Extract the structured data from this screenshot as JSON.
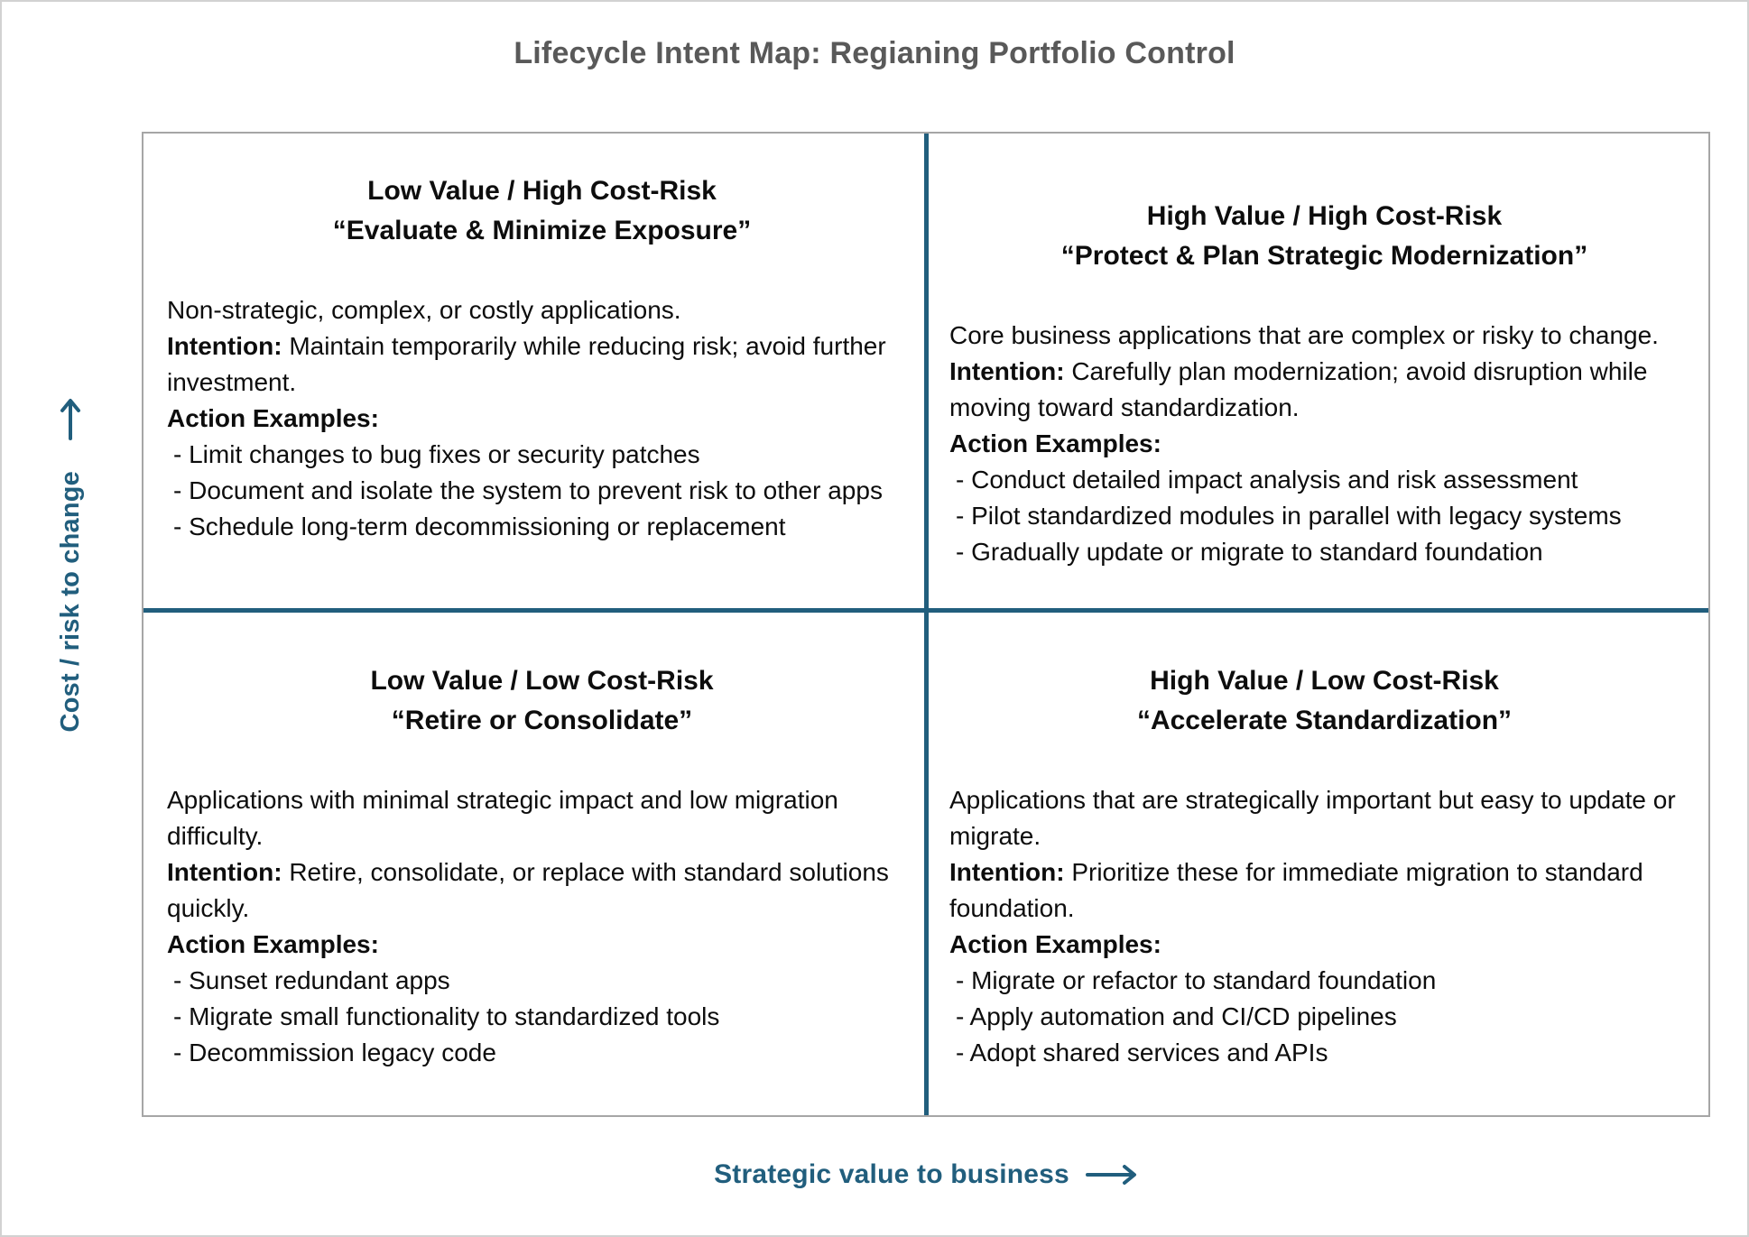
{
  "title": "Lifecycle Intent Map: Regianing Portfolio Control",
  "axes": {
    "y_label": "Cost / risk to change",
    "x_label": "Strategic value to business"
  },
  "colors": {
    "accent": "#215e7d",
    "title_gray": "#595959",
    "box_border": "#a6a6a6"
  },
  "quadrants": [
    {
      "position": "top-left",
      "title_line1": "Low Value / High Cost-Risk",
      "title_line2": "“Evaluate & Minimize Exposure”",
      "description": "Non-strategic, complex, or costly applications.",
      "intention_label": "Intention:",
      "intention": "Maintain temporarily while reducing risk; avoid further investment.",
      "action_label": "Action Examples:",
      "actions": [
        "- Limit changes to bug fixes or security patches",
        "- Document and isolate the system to prevent risk to other apps",
        "- Schedule long-term decommissioning or replacement"
      ]
    },
    {
      "position": "top-right",
      "title_line1": "High Value / High Cost-Risk",
      "title_line2": "“Protect & Plan Strategic Modernization”",
      "description": "Core business applications that are complex or risky to change.",
      "intention_label": "Intention:",
      "intention": "Carefully plan modernization; avoid disruption while moving toward standardization.",
      "action_label": "Action Examples:",
      "actions": [
        "- Conduct detailed impact analysis and risk assessment",
        "- Pilot standardized modules in parallel with legacy systems",
        "- Gradually update or migrate to standard foundation"
      ]
    },
    {
      "position": "bottom-left",
      "title_line1": "Low Value / Low Cost-Risk",
      "title_line2": "“Retire or Consolidate”",
      "description": "Applications with minimal strategic impact and low migration difficulty.",
      "intention_label": "Intention:",
      "intention": "Retire, consolidate, or replace with standard solutions quickly.",
      "action_label": "Action Examples:",
      "actions": [
        "- Sunset redundant apps",
        "- Migrate small functionality to standardized tools",
        "- Decommission legacy code"
      ]
    },
    {
      "position": "bottom-right",
      "title_line1": "High Value / Low Cost-Risk",
      "title_line2": "“Accelerate Standardization”",
      "description": "Applications that are strategically important but easy to update or migrate.",
      "intention_label": "Intention:",
      "intention": "Prioritize these for immediate migration to standard foundation.",
      "action_label": "Action Examples:",
      "actions": [
        "- Migrate or refactor to standard foundation",
        "- Apply automation and CI/CD pipelines",
        "- Adopt shared services and APIs"
      ]
    }
  ]
}
